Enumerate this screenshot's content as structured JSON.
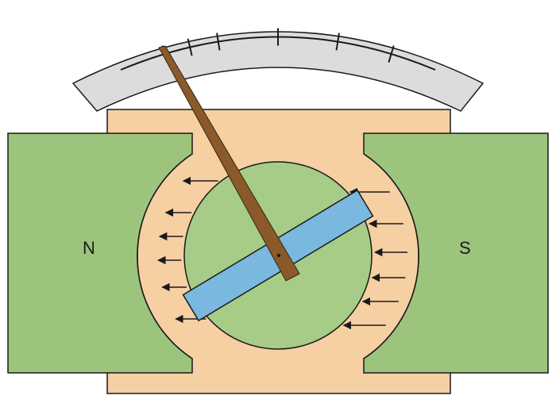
{
  "diagram": {
    "poles": {
      "north_label": "N",
      "south_label": "S"
    },
    "scale": {
      "major_tick_count": 5,
      "minor_tick_count": 2
    },
    "field_lines": {
      "left_count": 6,
      "right_count": 6,
      "direction": "right-to-left"
    },
    "colors": {
      "magnet_green": "#9dc47c",
      "yoke_peach": "#f6cfa2",
      "core_green": "#a6cc88",
      "scale_grey": "#dcdcdc",
      "coil_blue": "#7ab8df",
      "pointer_brown": "#8a5a2a",
      "outline": "#1a1a1a"
    }
  }
}
